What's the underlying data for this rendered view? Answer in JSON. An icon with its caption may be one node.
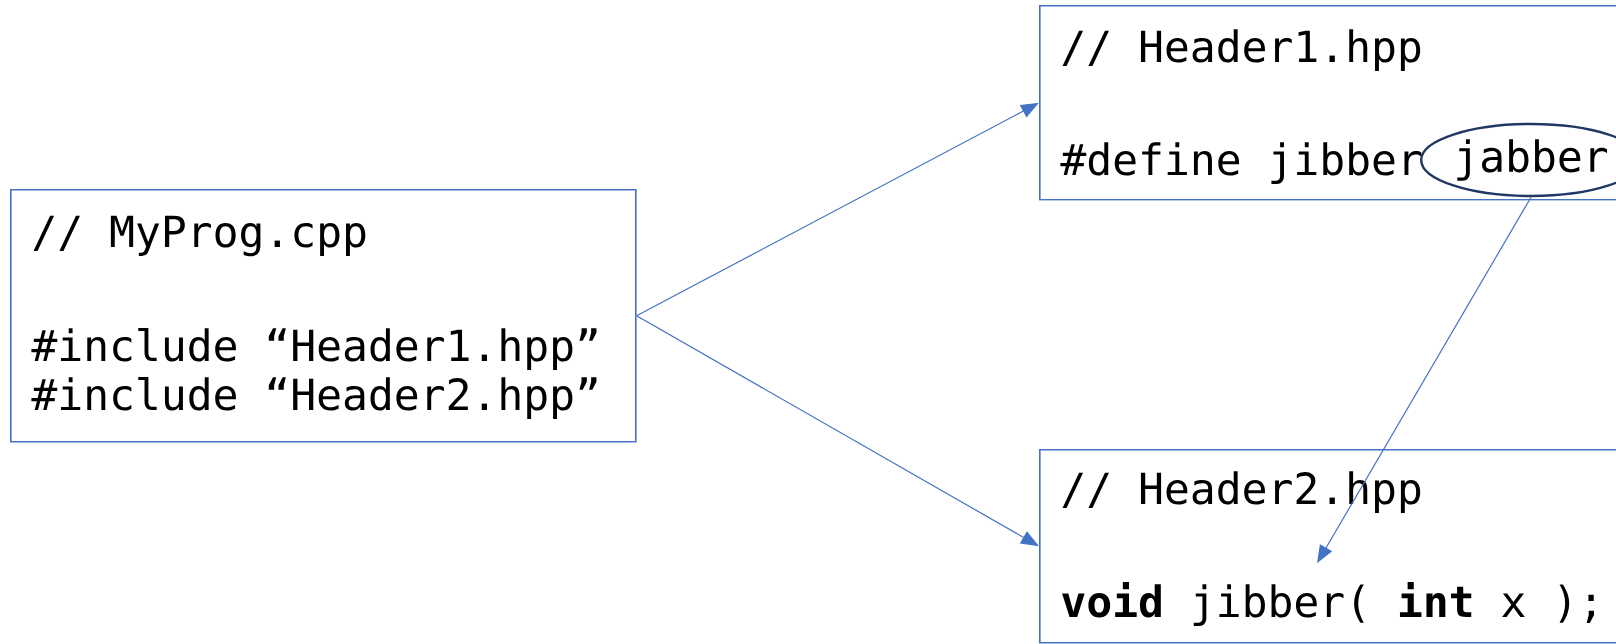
{
  "diagram": {
    "nodes": [
      {
        "text": [
          "// MyProg.cpp",
          "#include “Header1.hpp”",
          "#include “Header2.hpp”"
        ]
      },
      {
        "text": [
          "// Header1.hpp",
          "#define jibber"
        ]
      },
      {
        "text": [
          "jabber"
        ],
        "in": 1
      },
      {
        "text": [
          "// Header2.hpp",
          "**void** jibber( **int** x );"
        ]
      }
    ],
    "edges": [
      {
        "from": 0,
        "to": 1,
        "arrow": "to"
      },
      {
        "from": 0,
        "to": 3,
        "arrow": "to"
      },
      {
        "from": 2,
        "to": 3,
        "arrow": "to"
      }
    ]
  }
}
